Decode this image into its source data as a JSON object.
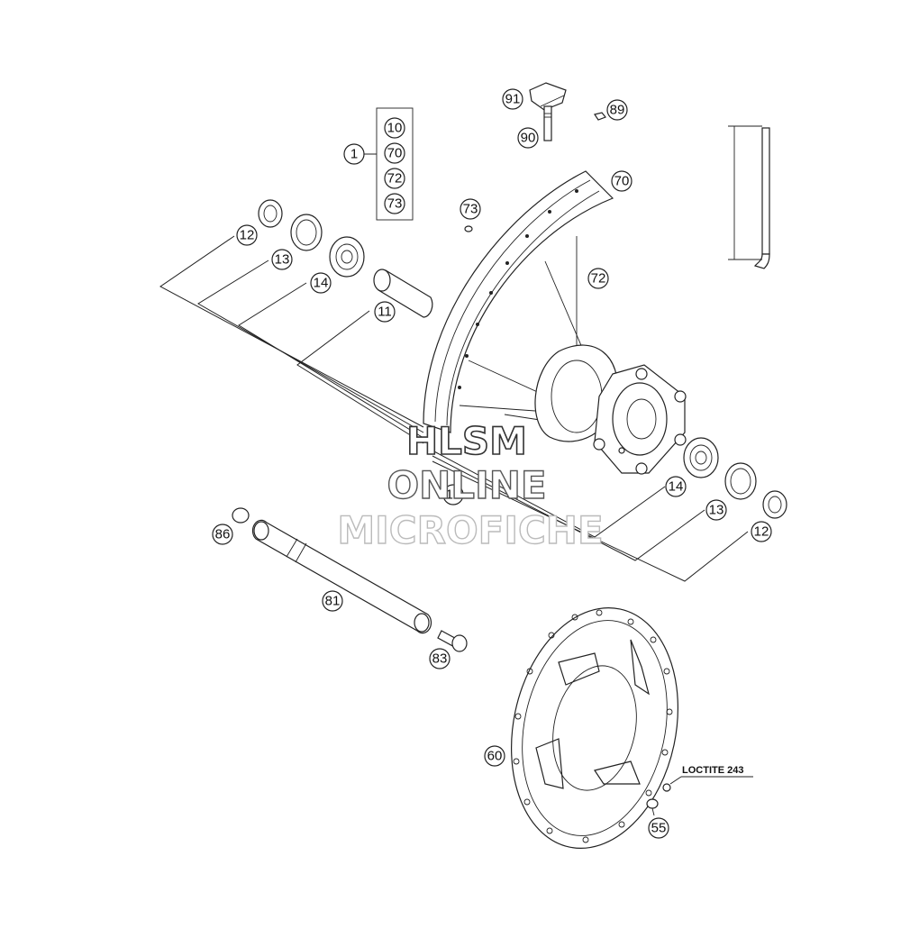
{
  "watermark": {
    "line1": "HLSM",
    "line2": "ONLINE",
    "line3": "MICROFICHE"
  },
  "note": "LOCTITE 243",
  "callouts": {
    "kit": "1",
    "kit_10": "10",
    "kit_70": "70",
    "kit_72": "72",
    "kit_73": "73",
    "c91": "91",
    "c89": "89",
    "c90": "90",
    "c70": "70",
    "c73": "73",
    "c72": "72",
    "c12_left": "12",
    "c13_left": "13",
    "c14_left": "14",
    "c11": "11",
    "c10": "10",
    "c14_right": "14",
    "c13_right": "13",
    "c12_right": "12",
    "c86": "86",
    "c81": "81",
    "c83": "83",
    "c60": "60",
    "c55": "55"
  },
  "colors": {
    "line": "#222222",
    "watermark_fill": "#ffffff",
    "watermark_stroke": "#333333",
    "watermark_light": "#bbbbbb"
  }
}
